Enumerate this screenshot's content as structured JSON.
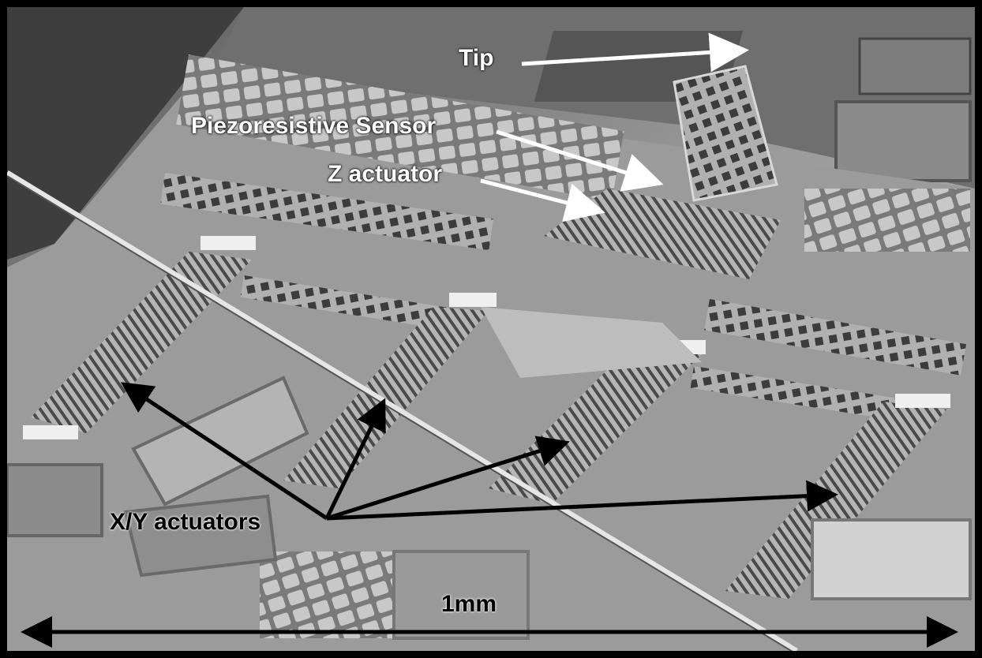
{
  "labels": {
    "tip": "Tip",
    "piezo": "Piezoresistive Sensor",
    "z_actuator": "Z actuator",
    "xy_actuators": "X/Y actuators",
    "scale_bar": "1mm"
  },
  "colors": {
    "label_light": "#ffffff",
    "label_dark": "#000000",
    "image_tone": "#8c8c8c"
  }
}
